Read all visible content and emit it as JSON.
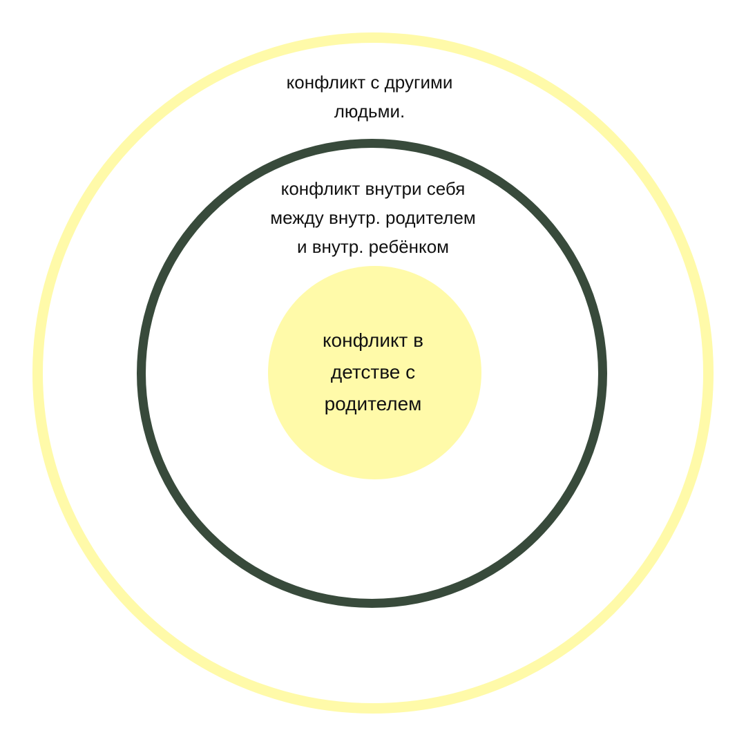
{
  "diagram": {
    "colors": {
      "outer_ring": "#fffaa9",
      "middle_ring": "#384a3b",
      "core": "#fffaa9",
      "background": "#ffffff",
      "text": "#111111"
    },
    "outer_ring": {
      "lines": [
        "конфликт с другими",
        "людьми."
      ]
    },
    "middle_ring": {
      "lines": [
        "конфликт внутри себя",
        "между внутр. родителем",
        "и внутр. ребёнком"
      ]
    },
    "core": {
      "lines": [
        "конфликт в",
        "детстве с",
        "родителем"
      ]
    }
  }
}
